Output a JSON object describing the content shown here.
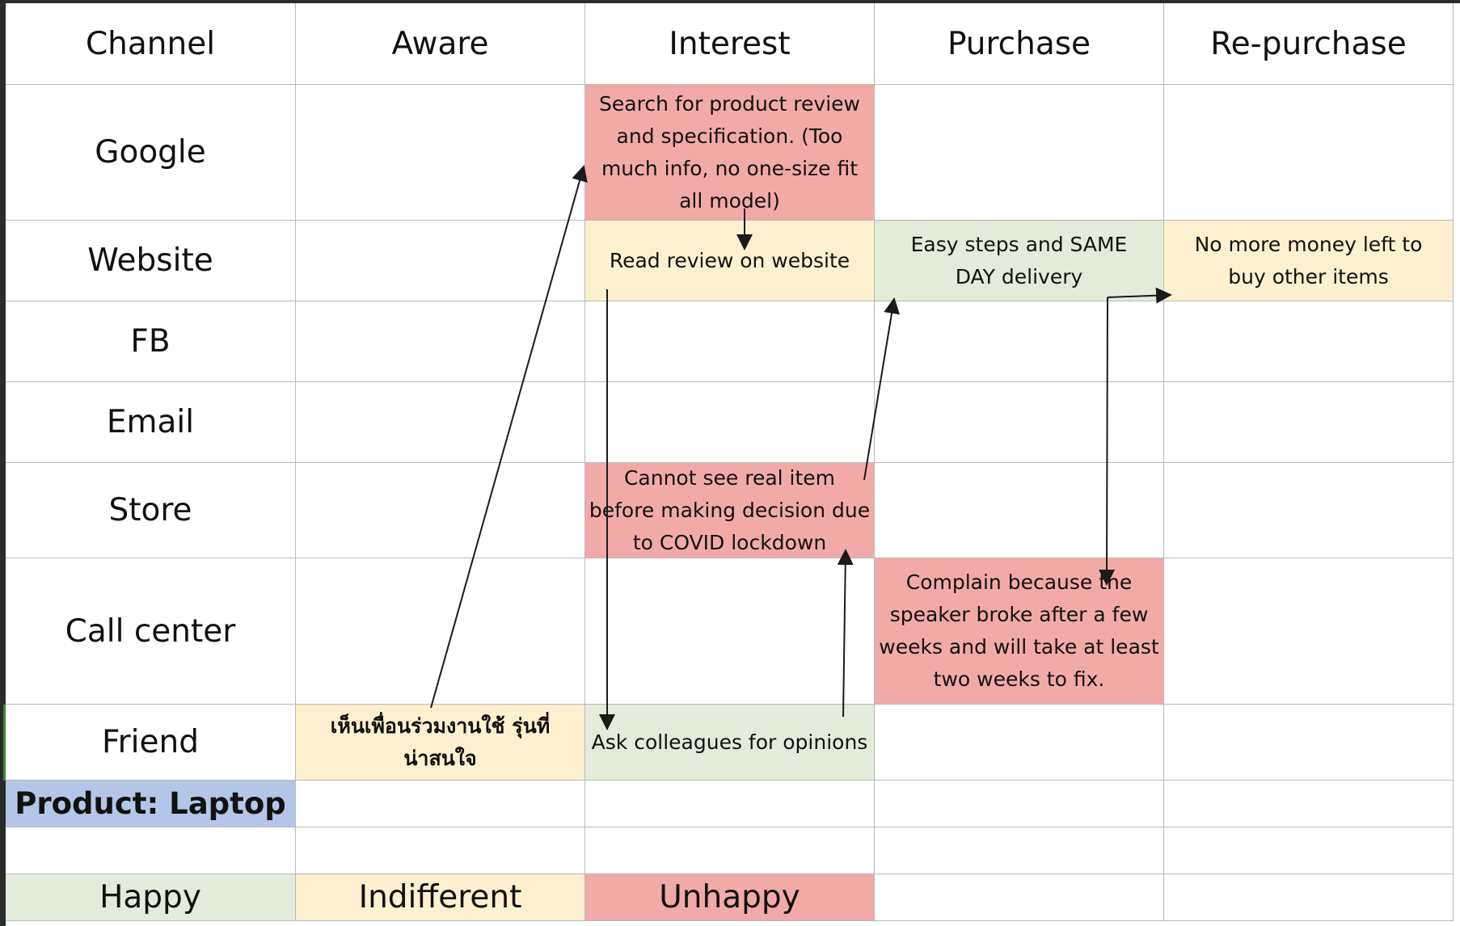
{
  "headers": [
    "Channel",
    "Aware",
    "Interest",
    "Purchase",
    "Re-purchase"
  ],
  "rows": [
    "Google",
    "Website",
    "FB",
    "Email",
    "Store",
    "Call center",
    "Friend"
  ],
  "notes": {
    "google_interest": "Search for product review and specification. (Too much info, no one-size fit all model)",
    "website_interest": "Read review on website",
    "website_purchase": "Easy steps and SAME DAY delivery",
    "website_repurchase": "No more money left to buy other items",
    "store_interest": "Cannot see real item before making decision due to COVID lockdown",
    "callcenter_purchase": "Complain because the speaker broke after a few weeks and will take at least two weeks to fix.",
    "friend_aware": "เห็นเพื่อนร่วมงานใช้ รุ่นที่น่าสนใจ",
    "friend_interest": "Ask colleagues for opinions"
  },
  "product_label": "Product: Laptop",
  "legend": {
    "happy": "Happy",
    "indifferent": "Indifferent",
    "unhappy": "Unhappy"
  },
  "colors": {
    "unhappy": "#f2aaa8",
    "indifferent": "#fcf0ce",
    "happy": "#e3ecda",
    "product": "#b4c6e7",
    "grid": "#b9b9b9"
  }
}
